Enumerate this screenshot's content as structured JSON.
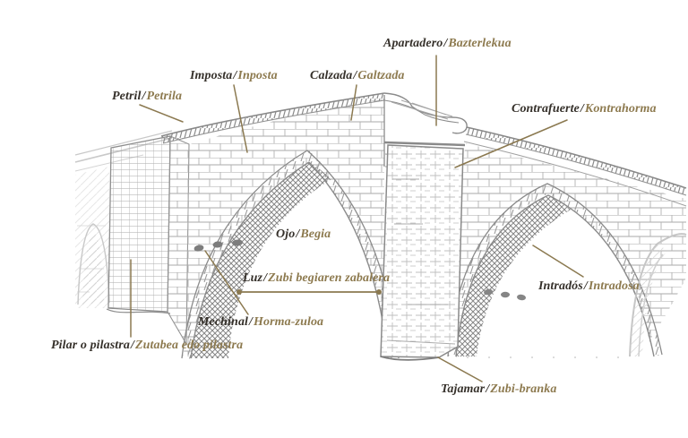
{
  "separator": "/",
  "labels": [
    {
      "id": "petril",
      "term": "Petril",
      "translation": "Petrila"
    },
    {
      "id": "imposta",
      "term": "Imposta",
      "translation": "Inposta"
    },
    {
      "id": "calzada",
      "term": "Calzada",
      "translation": "Galtzada"
    },
    {
      "id": "apartadero",
      "term": "Apartadero",
      "translation": "Bazterlekua"
    },
    {
      "id": "contrafuerte",
      "term": "Contrafuerte",
      "translation": "Kontrahorma"
    },
    {
      "id": "ojo",
      "term": "Ojo",
      "translation": "Begia"
    },
    {
      "id": "luz",
      "term": "Luz",
      "translation": "Zubi begiaren zabalera"
    },
    {
      "id": "intrados",
      "term": "Intradós",
      "translation": "Intradosa"
    },
    {
      "id": "mechinal",
      "term": "Mechinal",
      "translation": "Horma-zuloa"
    },
    {
      "id": "pilar",
      "term": "Pilar o pilastra",
      "translation": "Zutabea edo pilastra"
    },
    {
      "id": "tajamar",
      "term": "Tajamar",
      "translation": "Zubi-branka"
    }
  ],
  "colors": {
    "term": "#35302a",
    "translation": "#8d7a4f",
    "leader": "#8b7950",
    "sketch": "#8e8e8e",
    "background": "#ffffff"
  }
}
